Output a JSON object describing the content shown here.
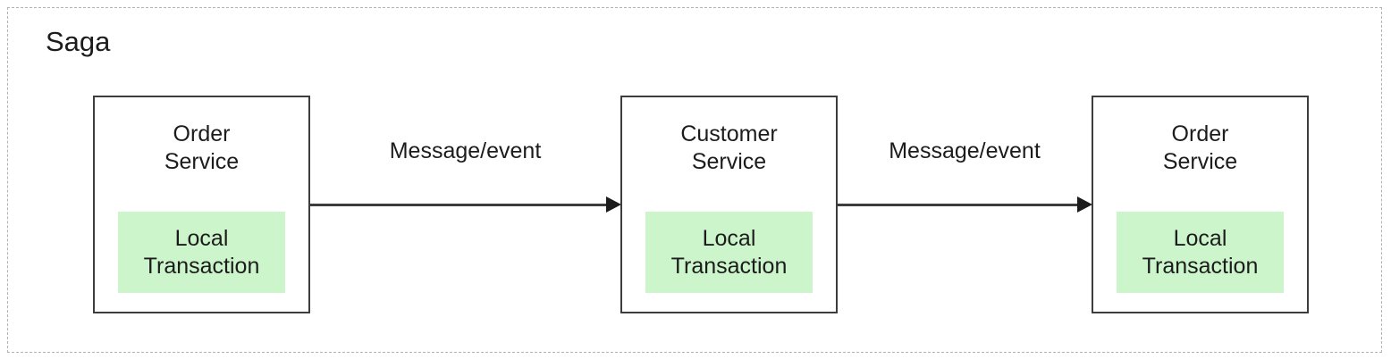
{
  "diagram": {
    "title": "Saga",
    "container_border_color": "#b3b3b3",
    "box_border_color": "#3d3d3d",
    "highlight_color": "#ccf5cc",
    "text_color": "#1c1c1c",
    "nodes": [
      {
        "id": "order-service-1",
        "service_name": "Order\nService",
        "transaction_label": "Local\nTransaction"
      },
      {
        "id": "customer-service",
        "service_name": "Customer\nService",
        "transaction_label": "Local\nTransaction"
      },
      {
        "id": "order-service-2",
        "service_name": "Order\nService",
        "transaction_label": "Local\nTransaction"
      }
    ],
    "connectors": [
      {
        "id": "connector-1",
        "label": "Message/event",
        "from": "order-service-1",
        "to": "customer-service"
      },
      {
        "id": "connector-2",
        "label": "Message/event",
        "from": "customer-service",
        "to": "order-service-2"
      }
    ]
  }
}
